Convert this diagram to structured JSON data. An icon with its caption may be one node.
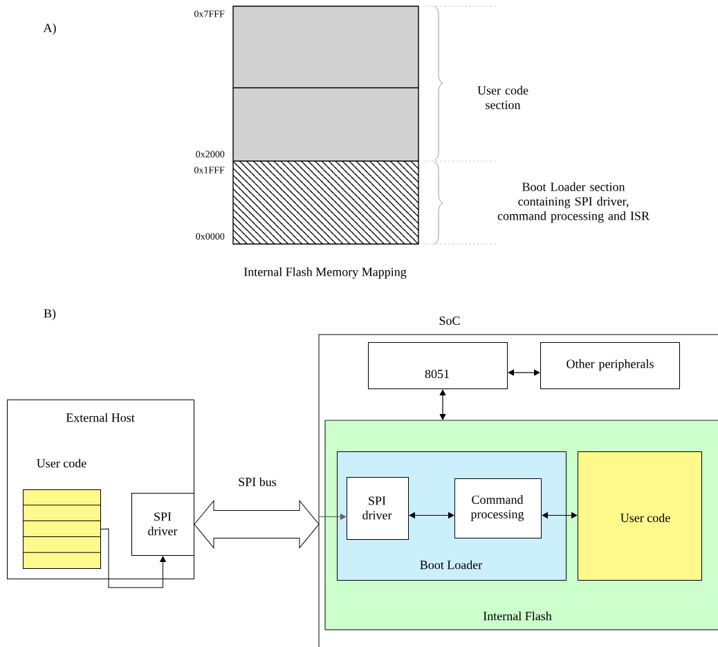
{
  "diagram": {
    "nodes": [
      {
        "text": [
          "SoC"
        ]
      },
      {
        "text": [
          "8051"
        ],
        "in": 0
      },
      {
        "text": [
          "Other peripherals"
        ],
        "in": 0
      },
      {
        "text": [
          "Internal Flash"
        ],
        "in": 0
      },
      {
        "text": [
          "Boot Loader"
        ],
        "in": 3
      },
      {
        "text": [
          "SPI driver"
        ],
        "in": 4
      },
      {
        "text": [
          "Command processing"
        ],
        "in": 4
      },
      {
        "text": [
          "User code"
        ],
        "in": 3
      },
      {
        "text": [
          "External Host"
        ]
      },
      {
        "text": [
          "User code"
        ],
        "in": 8
      },
      {
        "text": [
          "SPI driver"
        ],
        "in": 8
      }
    ],
    "edges": [
      {
        "from": 9,
        "to": 10,
        "arrow": "to"
      },
      {
        "from": 10,
        "to": 0,
        "arrow": "both",
        "label": "SPI bus"
      },
      {
        "from": 0,
        "to": 5,
        "arrow": "to",
        "color": "#666666"
      },
      {
        "from": 1,
        "to": 2,
        "arrow": "both"
      },
      {
        "from": 1,
        "to": 3,
        "arrow": "both"
      },
      {
        "from": 5,
        "to": 6,
        "arrow": "both"
      },
      {
        "from": 6,
        "to": 7,
        "arrow": "both"
      }
    ],
    "labels": [
      "A)",
      "0x7FFF",
      "User code section",
      "0x2000",
      "0x1FFF",
      "Boot Loader section containing SPI driver, command processing and ISR",
      "0x0000",
      "Internal Flash Memory Mapping",
      "B)"
    ]
  }
}
